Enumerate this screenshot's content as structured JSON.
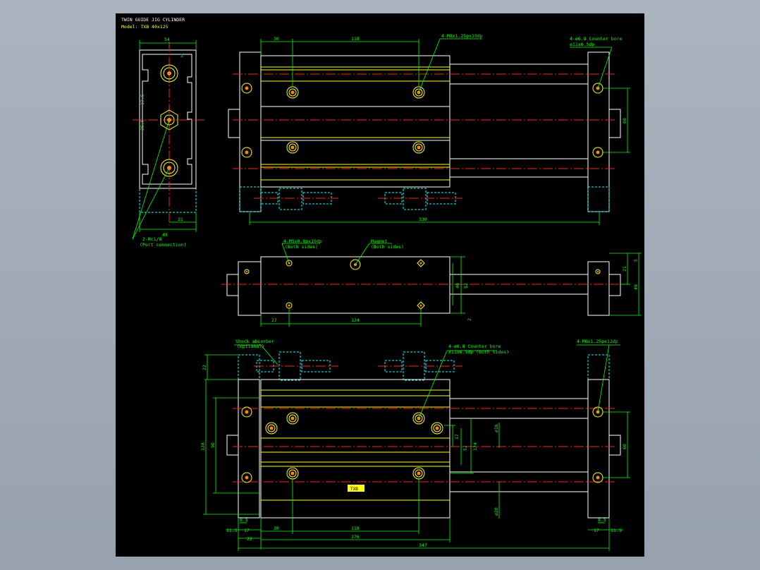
{
  "title": {
    "line1": "TWIN GUIDE JIG CYLINDER",
    "line2": "Model: TXB 40x125"
  },
  "colors": {
    "background": "#000000",
    "outline": "#ffffff",
    "yellow": "#ffff00",
    "green": "#00ff00",
    "cyan": "#00ffff",
    "red": "#ff0000",
    "centerline": "#ff0000",
    "bolt": "#ff8800"
  },
  "side_view": {
    "dim_top": "54",
    "dim_bottom_49": "49",
    "dim_bottom_21": "21",
    "dim_side_1": "17.5",
    "dim_side_2": "25.5",
    "dim_small": "2",
    "port_note_line1": "2-Rc1/8",
    "port_note_line2": "(Port connection)"
  },
  "top_view": {
    "dim_30": "30",
    "dim_118": "118",
    "dim_330": "330",
    "dim_60": "60",
    "note_tap": "4-M8x1.25px10dp",
    "note_cb_line1": "4-ø6.8 Counter bore",
    "note_cb_line2": "ø11x6.5dp"
  },
  "mid_view": {
    "note_tap_line1": "4-M5x0.8px10dp",
    "note_tap_line2": "(Both sides)",
    "note_magnet_line1": "Magnet",
    "note_magnet_line2": "(Both sides)",
    "dim_27": "27",
    "dim_124": "124",
    "dim_5": "5",
    "dim_21": "21",
    "dim_40": "40",
    "dim_49": "49",
    "dim_52": "52",
    "dim_2": "2"
  },
  "bottom_view": {
    "note_shock_line1": "Shock absorber",
    "note_shock_line2": "(Optional)",
    "note_cb_line1": "4-ø6.8 Counter bore",
    "note_cb_line2": "ø11x6.5dp (Both sides)",
    "note_tap": "4-M8x1.25px12dp",
    "dim_22": "22",
    "dim_128": "128",
    "dim_90": "90",
    "dim_17": "17",
    "dim_52": "52",
    "dim_124": "124",
    "dim_16": "ø16",
    "dim_20": "ø20",
    "dim_60": "60",
    "dim_8_5": "8.5",
    "dim_11_5": "11.5",
    "dim_30": "30",
    "dim_118": "118",
    "dim_176": "176",
    "dim_347": "347",
    "label_plate": "TXB"
  }
}
